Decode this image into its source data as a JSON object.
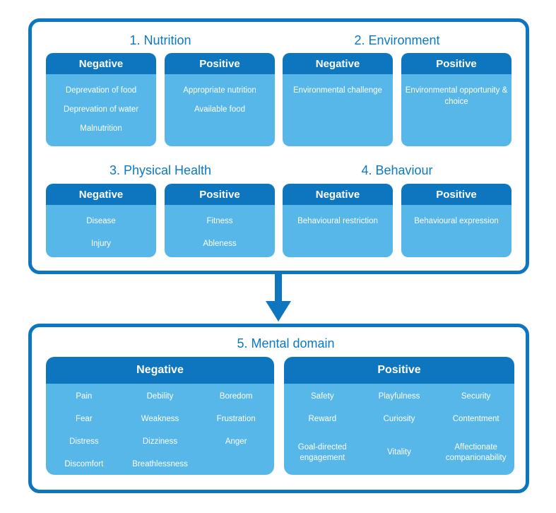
{
  "colors": {
    "primary_blue": "#0e76be",
    "light_blue": "#57b7e9",
    "title_blue": "#0b79c3",
    "card_text": "#ffffff"
  },
  "domains": [
    {
      "title": "1. Nutrition",
      "negative": {
        "header": "Negative",
        "items": [
          "Deprevation of food",
          "Deprevation of water",
          "Malnutrition"
        ]
      },
      "positive": {
        "header": "Positive",
        "items": [
          "Appropriate nutrition",
          "Available food"
        ]
      }
    },
    {
      "title": "2. Environment",
      "negative": {
        "header": "Negative",
        "items": [
          "Environmental challenge"
        ]
      },
      "positive": {
        "header": "Positive",
        "items": [
          "Environmental opportunity & choice"
        ]
      }
    },
    {
      "title": "3. Physical Health",
      "negative": {
        "header": "Negative",
        "items": [
          "Disease",
          "Injury"
        ]
      },
      "positive": {
        "header": "Positive",
        "items": [
          "Fitness",
          "Ableness"
        ]
      }
    },
    {
      "title": "4. Behaviour",
      "negative": {
        "header": "Negative",
        "items": [
          "Behavioural restriction"
        ]
      },
      "positive": {
        "header": "Positive",
        "items": [
          "Behavioural expression"
        ]
      }
    }
  ],
  "mental": {
    "title": "5. Mental domain",
    "negative": {
      "header": "Negative",
      "items": [
        "Pain",
        "Debility",
        "Boredom",
        "Fear",
        "Weakness",
        "Frustration",
        "Distress",
        "Dizziness",
        "Anger",
        "Discomfort",
        "Breathlessness"
      ]
    },
    "positive": {
      "header": "Positive",
      "items": [
        "Safety",
        "Playfulness",
        "Security",
        "Reward",
        "Curiosity",
        "Contentment",
        "Goal-directed engagement",
        "Vitality",
        "Affectionate companionability"
      ]
    }
  }
}
